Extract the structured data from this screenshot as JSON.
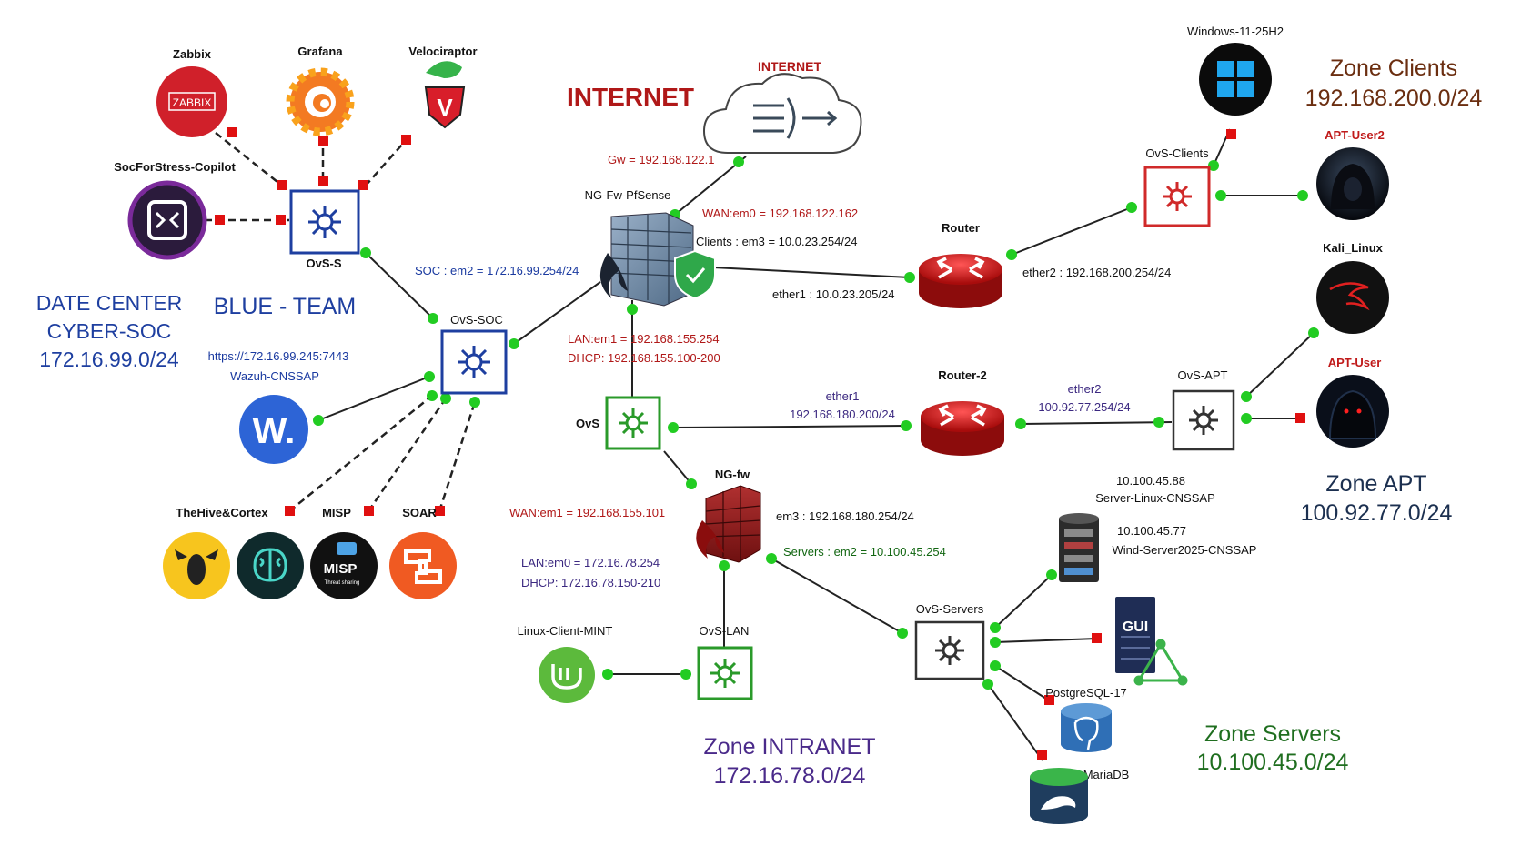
{
  "zones": {
    "soc_line1": "DATE CENTER",
    "soc_line2": "CYBER-SOC",
    "soc_net": "172.16.99.0/24",
    "blue_team": "BLUE - TEAM",
    "internet_big": "INTERNET",
    "clients_title": "Zone Clients",
    "clients_net": "192.168.200.0/24",
    "apt_title": "Zone APT",
    "apt_net": "100.92.77.0/24",
    "intranet_title": "Zone INTRANET",
    "intranet_net": "172.16.78.0/24",
    "servers_title": "Zone Servers",
    "servers_net": "10.100.45.0/24"
  },
  "nodes": {
    "zabbix": "Zabbix",
    "zabbix_logo": "ZABBIX",
    "grafana": "Grafana",
    "velociraptor": "Velociraptor",
    "socforstress": "SocForStress-Copilot",
    "ovs_s": "OvS-S",
    "ovs_soc": "OvS-SOC",
    "wazuh_url": "https://172.16.99.245:7443",
    "wazuh": "Wazuh-CNSSAP",
    "wazuh_logo": "W.",
    "thehive": "TheHive&Cortex",
    "misp": "MISP",
    "misp_logo": "MISP",
    "misp_sub": "Threat sharing",
    "soar": "SOAR",
    "internet_cloud": "INTERNET",
    "pfsense": "NG-Fw-PfSense",
    "ovs": "OvS",
    "ngfw": "NG-fw",
    "router": "Router",
    "router2": "Router-2",
    "ovs_clients": "OvS-Clients",
    "windows": "Windows-11-25H2",
    "apt_user2": "APT-User2",
    "kali": "Kali_Linux",
    "apt_user": "APT-User",
    "ovs_apt": "OvS-APT",
    "linux_mint": "Linux-Client-MINT",
    "ovs_lan": "OvS-LAN",
    "ovs_servers": "OvS-Servers",
    "srv_linux_ip": "10.100.45.88",
    "srv_linux": "Server-Linux-CNSSAP",
    "srv_win_ip": "10.100.45.77",
    "srv_win": "Wind-Server2025-CNSSAP",
    "gui": "GUI",
    "postgres": "PostgreSQL-17",
    "mariadb": "MariaDB"
  },
  "links": {
    "gw": "Gw = 192.168.122.1",
    "wan_em0": "WAN:em0 = 192.168.122.162",
    "clients_em3": "Clients : em3 = 10.0.23.254/24",
    "soc_em2": "SOC : em2 = 172.16.99.254/24",
    "router_ether1": "ether1 : 10.0.23.205/24",
    "router_ether2": "ether2 : 192.168.200.254/24",
    "lan_em1": "LAN:em1 = 192.168.155.254",
    "dhcp_155": "DHCP: 192.168.155.100-200",
    "r2_ether1": "ether1",
    "r2_ether1_ip": "192.168.180.200/24",
    "r2_ether2": "ether2",
    "r2_ether2_ip": "100.92.77.254/24",
    "wan_em1": "WAN:em1 = 192.168.155.101",
    "em3_180": "em3 : 192.168.180.254/24",
    "servers_em2": "Servers : em2 = 10.100.45.254",
    "lan_em0": "LAN:em0 = 172.16.78.254",
    "dhcp_78": "DHCP: 172.16.78.150-210"
  },
  "colors": {
    "soc_blue": "#1e3fa0",
    "internet_red": "#b01818",
    "clients_brown": "#6b2e10",
    "intranet_purple": "#4a2a8a",
    "servers_green": "#1f6e1f",
    "link_dot": "#22cc22",
    "port_red": "#e01010"
  },
  "icons": {
    "switch": "switch-hub-icon",
    "router": "router-icon",
    "firewall": "firewall-icon",
    "cloud": "cloud-icon"
  }
}
